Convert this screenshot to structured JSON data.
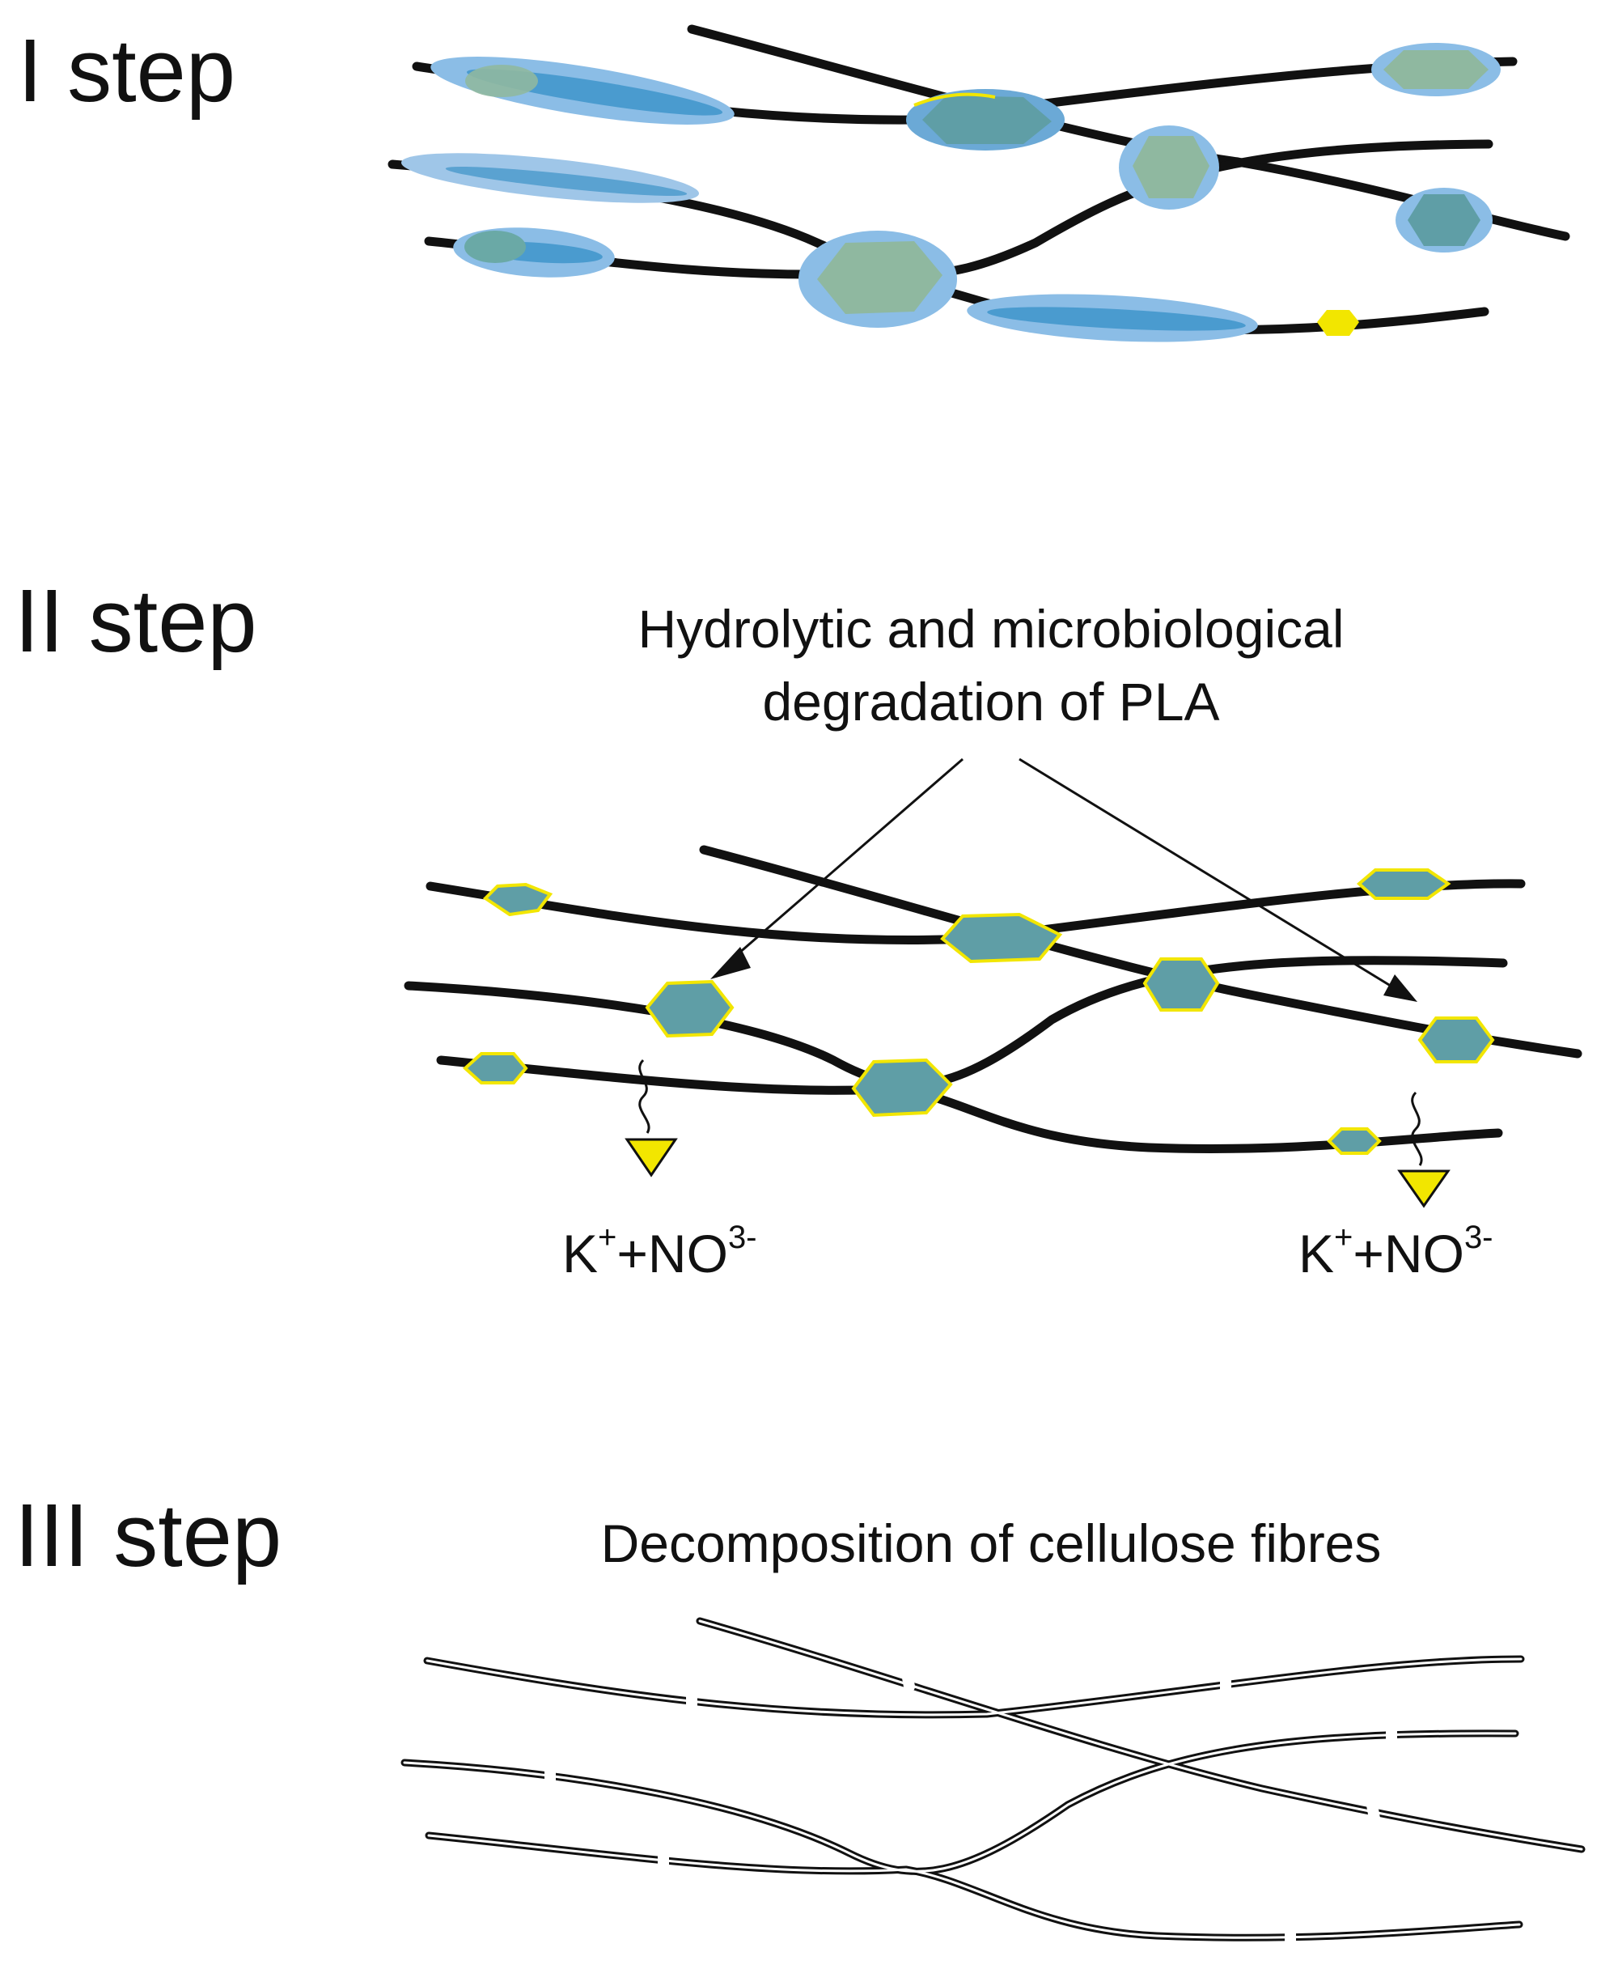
{
  "steps": [
    {
      "label": "I step"
    },
    {
      "label": "II step",
      "caption_line1": "Hydrolytic and microbiological",
      "caption_line2": "degradation of PLA"
    },
    {
      "label": "III step",
      "caption": "Decomposition of cellulose fibres"
    }
  ],
  "ions": {
    "base": "K",
    "sup1": "+",
    "mid": "+NO",
    "sup2": "3-"
  },
  "colors": {
    "fibre": "#111111",
    "pla_coating": "#8bbde6",
    "pla_core": "#4a9bcf",
    "resin_core": "#8fb8a0",
    "degraded_blob": "#5f9ea6",
    "degradation_edge": "#f2e600",
    "nitrate_marker": "#f2e600"
  }
}
